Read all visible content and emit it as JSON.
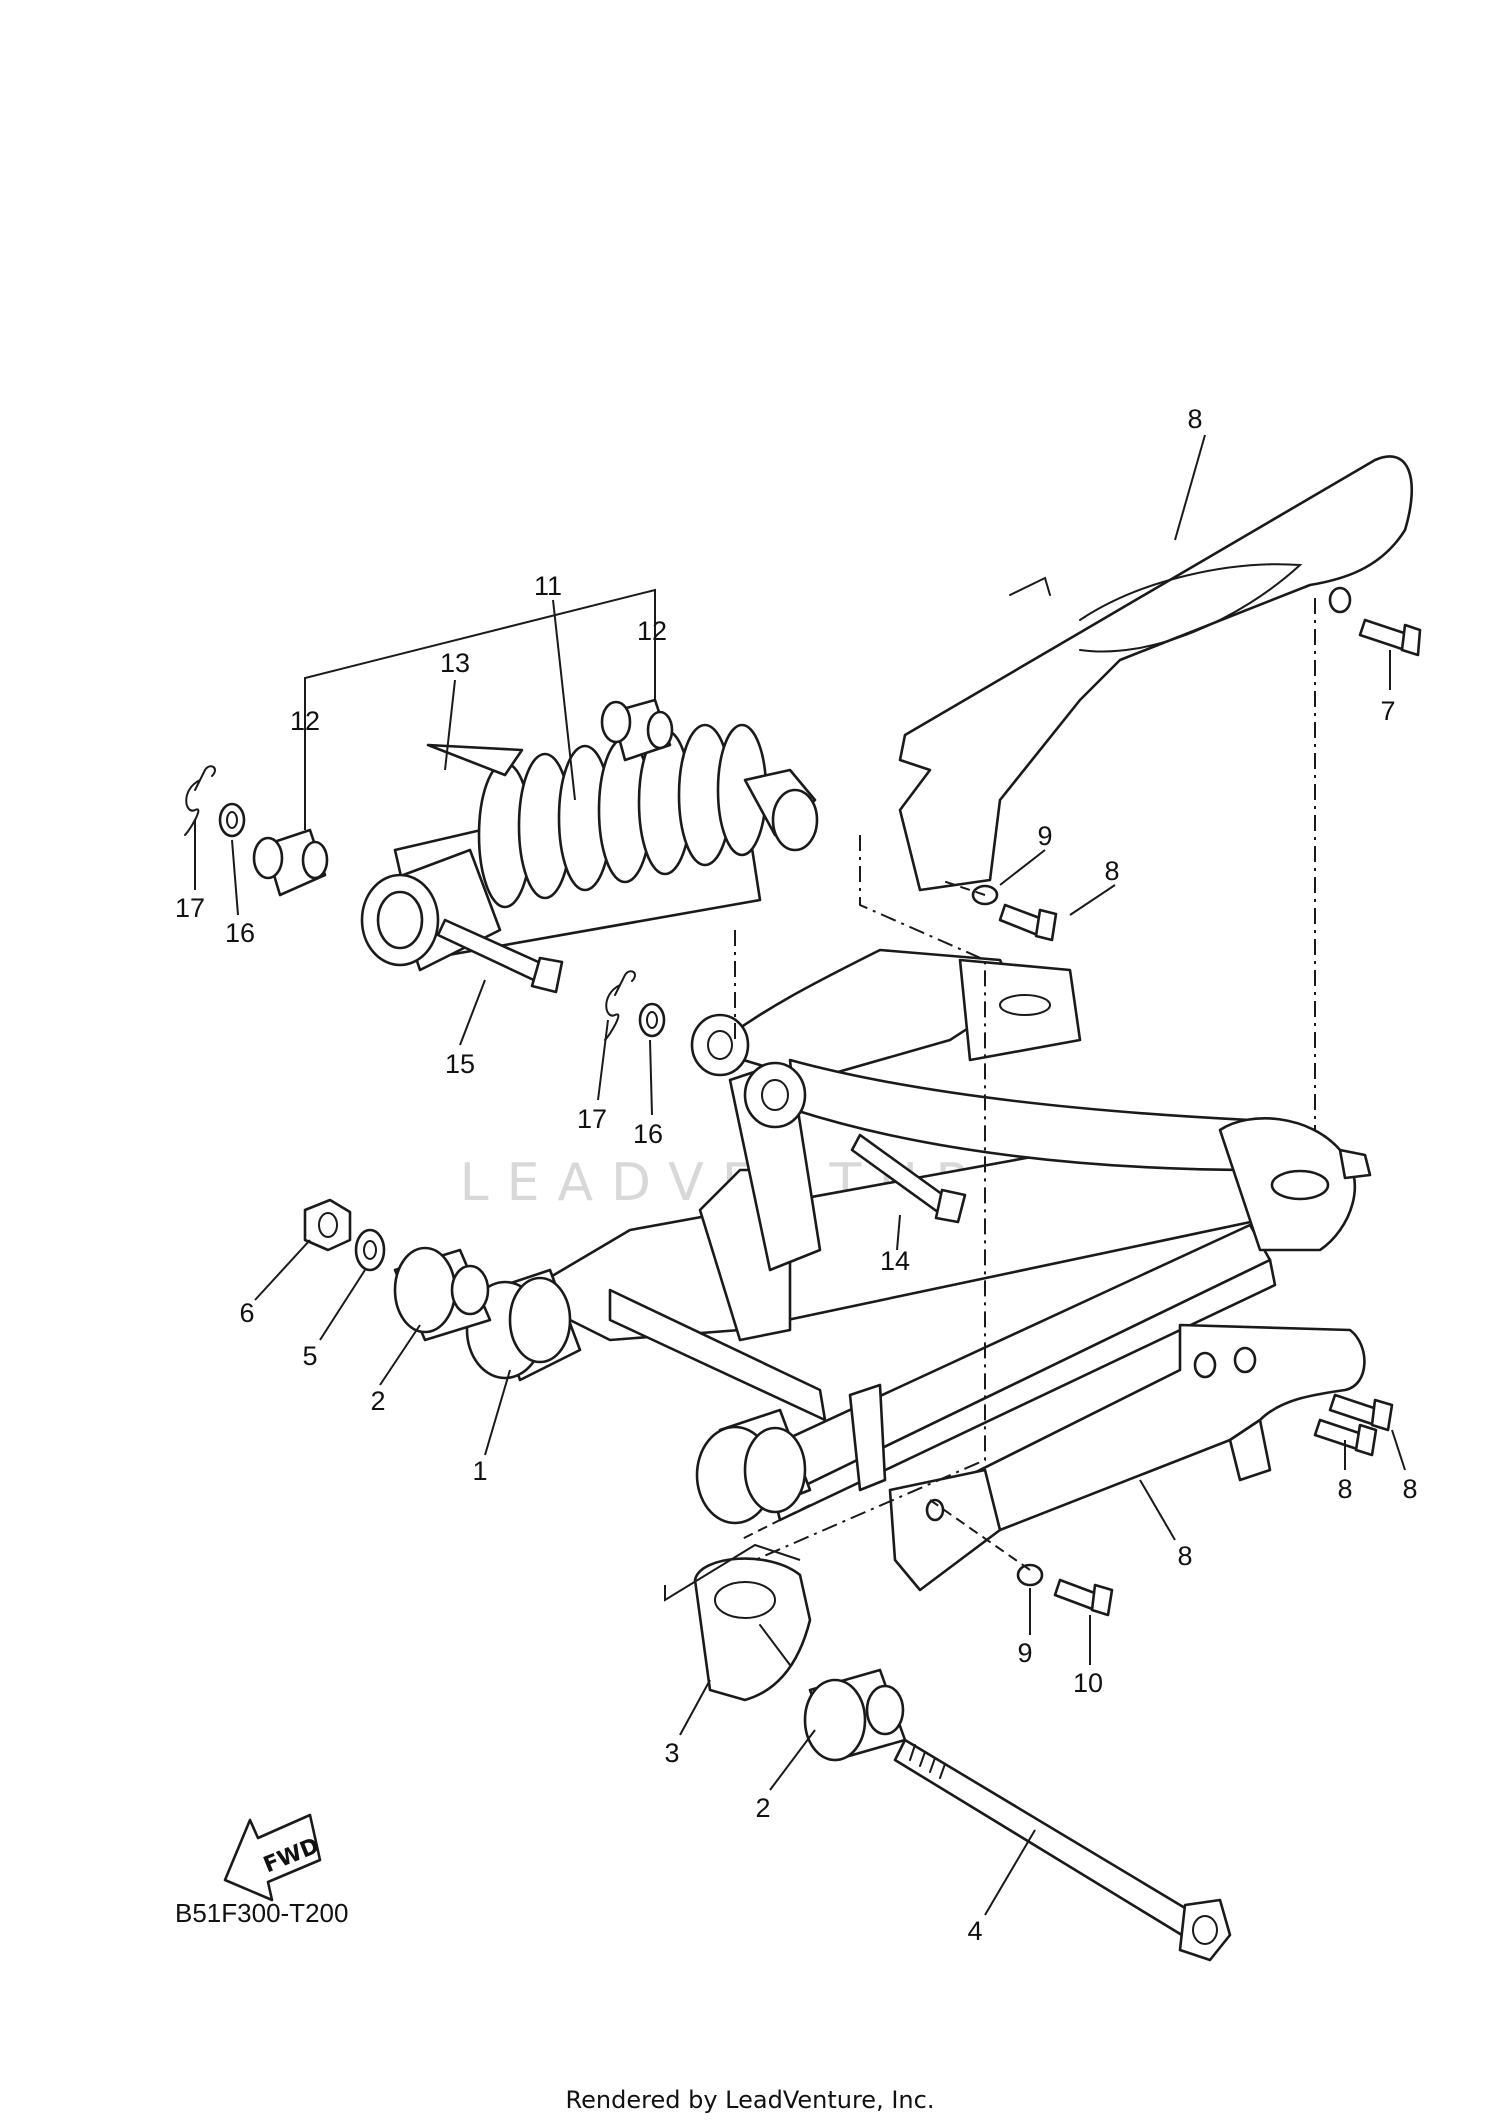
{
  "callouts": [
    {
      "id": "1",
      "label": "1"
    },
    {
      "id": "2a",
      "label": "2"
    },
    {
      "id": "2b",
      "label": "2"
    },
    {
      "id": "3",
      "label": "3"
    },
    {
      "id": "4",
      "label": "4"
    },
    {
      "id": "5",
      "label": "5"
    },
    {
      "id": "6",
      "label": "6"
    },
    {
      "id": "7",
      "label": "7"
    },
    {
      "id": "8a",
      "label": "8"
    },
    {
      "id": "8b",
      "label": "8"
    },
    {
      "id": "8c",
      "label": "8"
    },
    {
      "id": "8d",
      "label": "8"
    },
    {
      "id": "8e",
      "label": "8"
    },
    {
      "id": "9a",
      "label": "9"
    },
    {
      "id": "9b",
      "label": "9"
    },
    {
      "id": "10",
      "label": "10"
    },
    {
      "id": "11",
      "label": "11"
    },
    {
      "id": "12a",
      "label": "12"
    },
    {
      "id": "12b",
      "label": "12"
    },
    {
      "id": "13",
      "label": "13"
    },
    {
      "id": "14",
      "label": "14"
    },
    {
      "id": "15",
      "label": "15"
    },
    {
      "id": "16a",
      "label": "16"
    },
    {
      "id": "16b",
      "label": "16"
    },
    {
      "id": "17a",
      "label": "17"
    },
    {
      "id": "17b",
      "label": "17"
    }
  ],
  "diagram_code": "B51F300-T200",
  "fwd_label": "FWD",
  "watermark": "LEADVENTURE",
  "footer": "Rendered by LeadVenture, Inc."
}
